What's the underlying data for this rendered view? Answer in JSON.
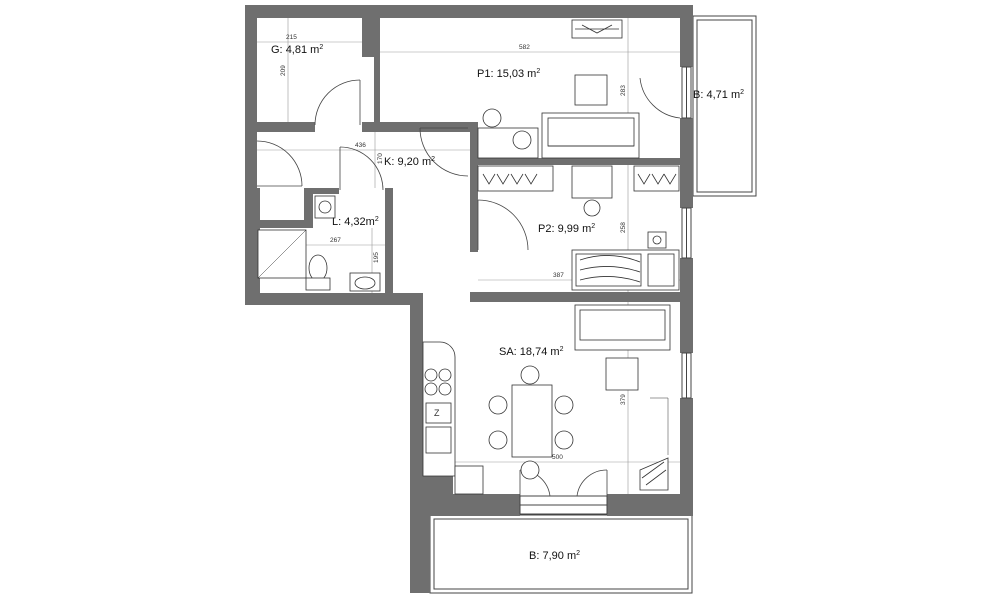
{
  "colors": {
    "wall": "#6f6f6f",
    "furniture_stroke": "#333333",
    "dim_line": "#999999",
    "background": "#ffffff"
  },
  "rooms": {
    "g": {
      "name": "G:",
      "area": "4,81",
      "unit": "m",
      "sup": "2"
    },
    "p1": {
      "name": "P1:",
      "area": "15,03",
      "unit": "m",
      "sup": "2"
    },
    "b_right": {
      "name": "B:",
      "area": "4,71",
      "unit": "m",
      "sup": "2"
    },
    "k": {
      "name": "K:",
      "area": "9,20",
      "unit": "m",
      "sup": "2"
    },
    "l": {
      "name": "L:",
      "area": "4,32",
      "unit": "m",
      "sup": "2"
    },
    "p2": {
      "name": "P2:",
      "area": "9,99",
      "unit": "m",
      "sup": "2"
    },
    "sa": {
      "name": "SA:",
      "area": "18,74",
      "unit": "m",
      "sup": "2"
    },
    "b_bottom": {
      "name": "B:",
      "area": "7,90",
      "unit": "m",
      "sup": "2"
    }
  },
  "dimensions": {
    "g_width": "215",
    "g_height": "209",
    "p1_width": "582",
    "p1_height": "283",
    "k_width": "436",
    "k_height": "170",
    "l_width": "267",
    "l_height": "195",
    "p2_width": "387",
    "p2_height": "258",
    "sa_width": "500",
    "sa_height": "379"
  },
  "kitchen": {
    "z_label": "Z"
  }
}
